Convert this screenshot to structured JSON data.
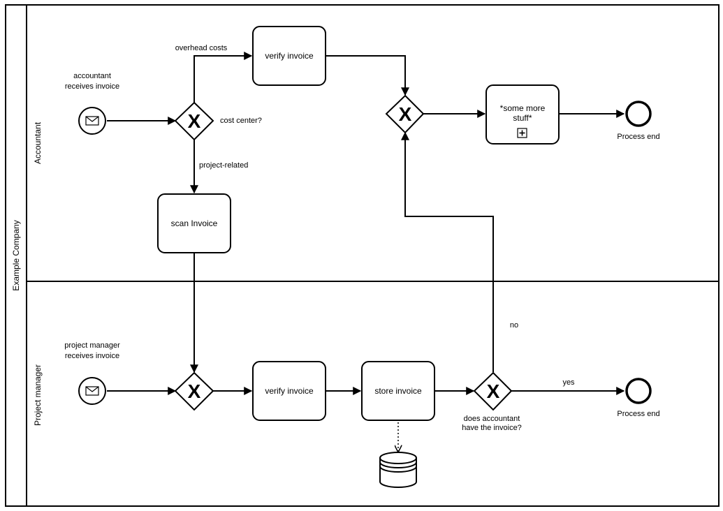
{
  "pool": {
    "label": "Example Company"
  },
  "lanes": [
    {
      "id": "lane-accountant",
      "label": "Accountant"
    },
    {
      "id": "lane-project-manager",
      "label": "Project manager"
    }
  ],
  "start_events": [
    {
      "id": "start-accountant",
      "icon": "envelope-icon",
      "label_lines": [
        "accountant",
        "receives invoice"
      ]
    },
    {
      "id": "start-pm",
      "icon": "envelope-icon",
      "label_lines": [
        "project manager",
        "receives invoice"
      ]
    }
  ],
  "gateways": [
    {
      "id": "gw-cost-center",
      "type": "exclusive",
      "symbol": "X",
      "label_lines": [
        "cost center?"
      ]
    },
    {
      "id": "gw-merge-accountant",
      "type": "exclusive",
      "symbol": "X",
      "label_lines": []
    },
    {
      "id": "gw-merge-pm",
      "type": "exclusive",
      "symbol": "X",
      "label_lines": []
    },
    {
      "id": "gw-accountant-has",
      "type": "exclusive",
      "symbol": "X",
      "label_lines": [
        "does accountant",
        "have the invoice?"
      ]
    }
  ],
  "tasks": [
    {
      "id": "task-verify-accountant",
      "label_lines": [
        "verify invoice"
      ]
    },
    {
      "id": "task-scan",
      "label_lines": [
        "scan Invoice"
      ]
    },
    {
      "id": "subprocess-more",
      "label_lines": [
        "*some more",
        "stuff*"
      ],
      "collapsed_marker": "+"
    },
    {
      "id": "task-verify-pm",
      "label_lines": [
        "verify invoice"
      ]
    },
    {
      "id": "task-store",
      "label_lines": [
        "store invoice"
      ]
    }
  ],
  "end_events": [
    {
      "id": "end-accountant",
      "label_lines": [
        "Process end"
      ]
    },
    {
      "id": "end-pm",
      "label_lines": [
        "Process end"
      ]
    }
  ],
  "data_stores": [
    {
      "id": "datastore-invoices",
      "icon": "database-icon"
    }
  ],
  "flow_labels": {
    "overhead": "overhead costs",
    "project_related": "project-related",
    "no": "no",
    "yes": "yes"
  }
}
